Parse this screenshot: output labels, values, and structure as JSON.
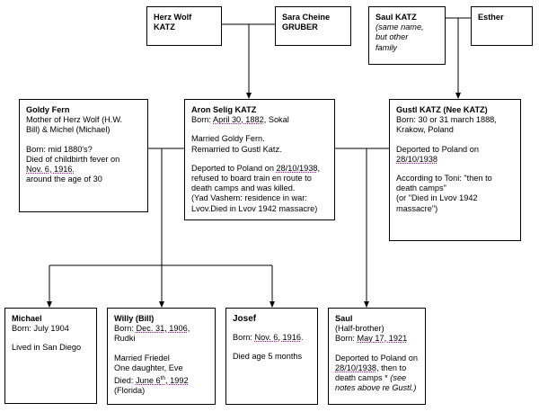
{
  "people": {
    "herz_wolf": {
      "name_l1": "Herz Wolf",
      "name_l2": "KATZ"
    },
    "sara": {
      "name_l1": "Sara Cheine",
      "name_l2": "GRUBER"
    },
    "saul_katz": {
      "name": "Saul KATZ",
      "note_l1": "(same name,",
      "note_l2": "but other",
      "note_l3": "family"
    },
    "esther": {
      "name": "Esther"
    },
    "goldy": {
      "name": "Goldy Fern",
      "l1": "Mother of Herz Wolf (H.W.",
      "l2": "Bill) & Michel (Michael)",
      "l3": "Born: mid 1880's?",
      "l4": "Died of childbirth fever on",
      "l5": "Nov. 6, 1916.",
      "l6": "around the age of 30"
    },
    "aron": {
      "name": "Aron Selig KATZ",
      "born_prefix": "Born: ",
      "born_date": "April 30, 1882",
      "born_suffix": ", Sokal",
      "m1": "Married Goldy Fern.",
      "m2": "Remarried to Gustl Katz.",
      "d1_prefix": "Deported to Poland on ",
      "d1_date": "28/10/1938",
      "d1_suffix": ",",
      "d2": "refused to board train en route to",
      "d3": "death camps and was killed.",
      "d4": "(Yad Vashem: residence in war:",
      "d5": "Lvov.Died in Lvov 1942 massacre)"
    },
    "gustl": {
      "name": "Gustl KATZ (Nee KATZ)",
      "b1": "Born: 30 or 31 march 1888,",
      "b2": "Krakow, Poland",
      "d1": "Deported to Poland on",
      "d2": "28/10/1938",
      "t1": "According to Toni: \"then to",
      "t2": "death camps\"",
      "t3": "(or \"Died in Lvov 1942",
      "t4": "massacre\")"
    },
    "michael": {
      "name": "Michael",
      "born": "Born: July 1904",
      "lived": "Lived in San Diego"
    },
    "willy": {
      "name": "Willy (Bill)",
      "born_prefix": "Born: ",
      "born_date": "Dec. 31, 1906",
      "born_suffix": ",",
      "place": "Rudki",
      "m1": "Married Friedel",
      "m2": "One daughter, Eve",
      "died_prefix": "Died: ",
      "died_date": "June 6",
      "died_sup": "th",
      "died_year": ", 1992",
      "died_place": "(Florida)"
    },
    "josef": {
      "name": "Josef",
      "born_prefix": "Born: ",
      "born_date": "Nov. 6, 1916",
      "born_suffix": ".",
      "died": "Died age 5 months"
    },
    "saul": {
      "name": "Saul",
      "half": "(Half-brother)",
      "born_prefix": "Born: ",
      "born_date": "May 17, 1921",
      "d1": "Deported to Poland on",
      "d2_date": "28/10/1938",
      "d2_suffix": ", then to",
      "d3_prefix": "death camps * ",
      "d3_note": "(see",
      "d4_note": "notes above re Gustl.)"
    }
  },
  "colors": {
    "line": "#000000",
    "underline": "#c000c0"
  }
}
